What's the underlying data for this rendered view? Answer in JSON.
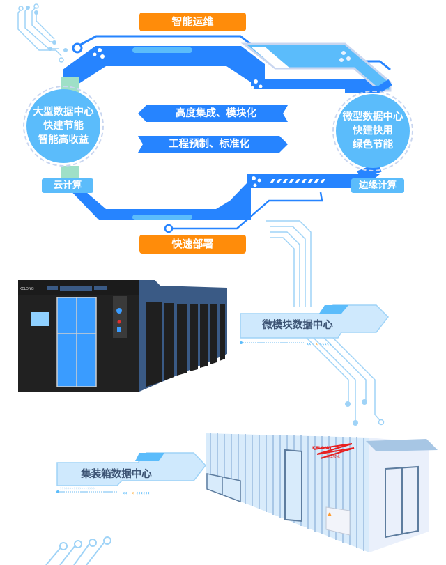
{
  "top_label": "智能运维",
  "bottom_label": "快速部署",
  "left_circle": {
    "lines": [
      "大型数据中心",
      "快建节能",
      "智能高收益"
    ],
    "tag": "云计算"
  },
  "right_circle": {
    "lines": [
      "微型数据中心",
      "快建快用",
      "绿色节能"
    ],
    "tag": "边缘计算"
  },
  "banners": [
    {
      "text": "高度集成、模块化",
      "direction": "left"
    },
    {
      "text": "工程预制、标准化",
      "direction": "right"
    }
  ],
  "products": [
    {
      "label": "微模块数据中心",
      "logo": "KELONG 科华技术"
    },
    {
      "label": "集装箱数据中心",
      "logo": "KELONG 科华技术"
    }
  ],
  "colors": {
    "primary_blue": "#2684ff",
    "light_blue": "#5bbcfb",
    "orange": "#ff8c0a",
    "pale_blue": "#cfe9fd",
    "circuit_line": "#9fd3f7",
    "dark_text": "#3d5474"
  }
}
